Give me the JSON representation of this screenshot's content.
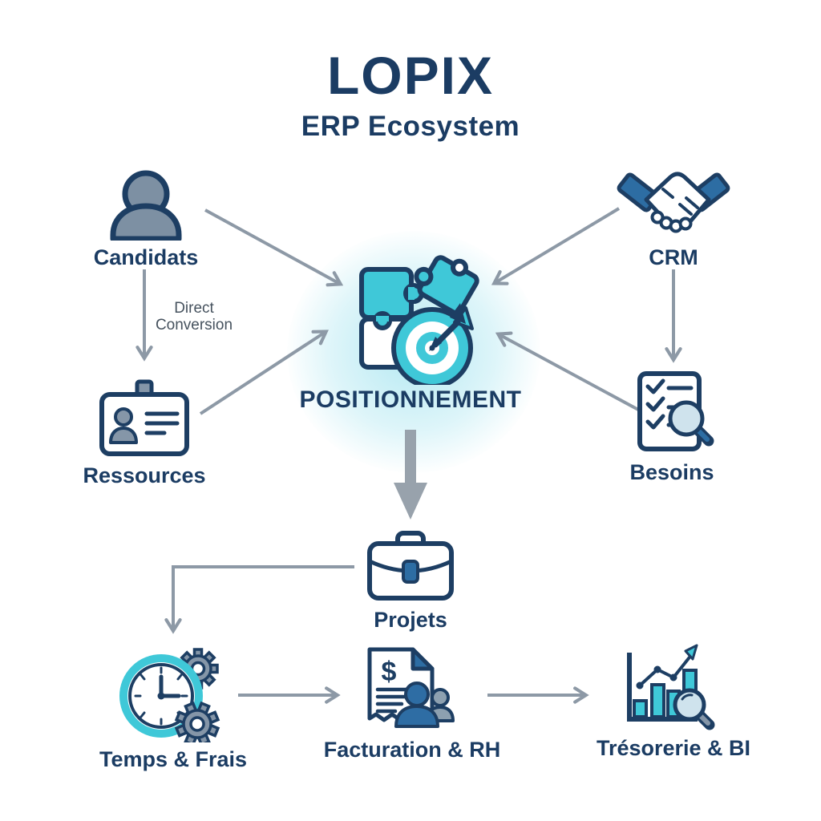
{
  "title": "LOPIX",
  "subtitle": "ERP Ecosystem",
  "nodes": {
    "candidats": {
      "label": "Candidats",
      "icon": "person-icon"
    },
    "crm": {
      "label": "CRM",
      "icon": "handshake-icon"
    },
    "positionnement": {
      "label": "POSITIONNEMENT",
      "icon": "puzzle-target-icon"
    },
    "ressources": {
      "label": "Ressources",
      "icon": "id-card-icon"
    },
    "besoins": {
      "label": "Besoins",
      "icon": "checklist-magnifier-icon"
    },
    "projets": {
      "label": "Projets",
      "icon": "briefcase-icon"
    },
    "temps_frais": {
      "label": "Temps & Frais",
      "icon": "clock-gears-icon"
    },
    "facturation_rh": {
      "label": "Facturation & RH",
      "icon": "invoice-people-icon"
    },
    "tresorerie_bi": {
      "label": "Trésorerie & BI",
      "icon": "chart-magnifier-icon"
    }
  },
  "edge_labels": {
    "direct_conversion": "Direct Conversion"
  },
  "edges": [
    {
      "from": "candidats",
      "to": "positionnement"
    },
    {
      "from": "crm",
      "to": "positionnement"
    },
    {
      "from": "candidats",
      "to": "ressources",
      "label": "Direct Conversion"
    },
    {
      "from": "crm",
      "to": "besoins"
    },
    {
      "from": "ressources",
      "to": "positionnement"
    },
    {
      "from": "besoins",
      "to": "positionnement"
    },
    {
      "from": "positionnement",
      "to": "projets",
      "style": "thick"
    },
    {
      "from": "projets",
      "to": "temps_frais",
      "style": "elbow"
    },
    {
      "from": "temps_frais",
      "to": "facturation_rh"
    },
    {
      "from": "facturation_rh",
      "to": "tresorerie_bi"
    }
  ],
  "icons": {
    "dollar_glyph": "$"
  },
  "colors": {
    "navy": "#1b3c63",
    "cyan": "#3fc8d8",
    "mid_blue": "#2d6da3",
    "icon_gray": "#8596a8",
    "arrow_gray": "#8d99a6",
    "thick_arrow_gray": "#98a2ac",
    "edge_label_gray": "#46525e",
    "lens_blue": "#cfe3ed",
    "background": "#ffffff"
  }
}
